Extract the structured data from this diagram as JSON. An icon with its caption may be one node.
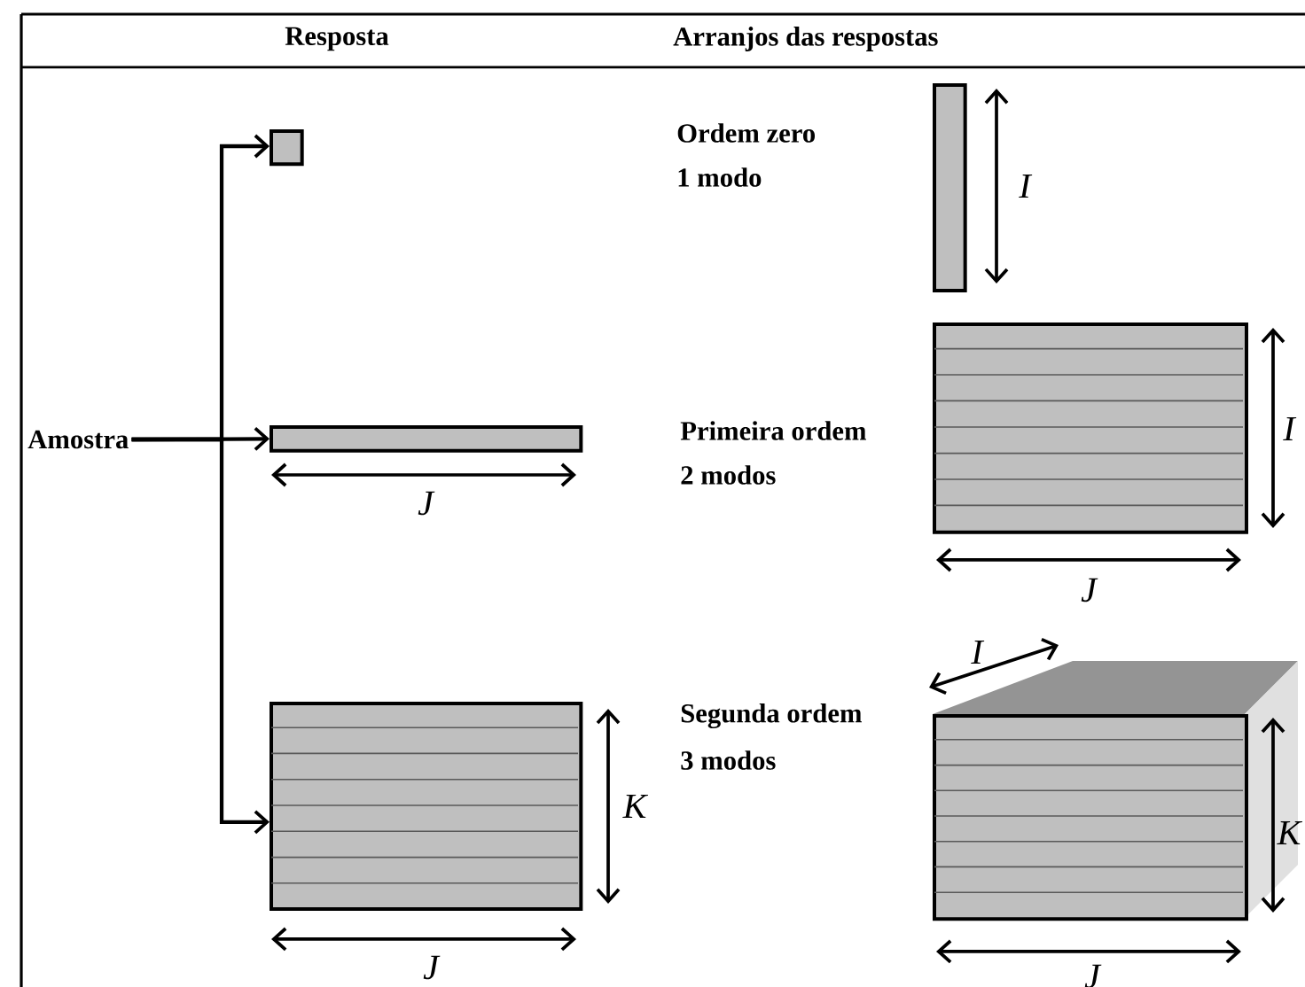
{
  "diagram": {
    "nodes": [
      {
        "text": [
          "Amostra"
        ]
      },
      {
        "text": [],
        "shape": "box"
      },
      {
        "text": [],
        "shape": "box"
      },
      {
        "text": [],
        "shape": "box"
      },
      {
        "text": [],
        "shape": "box"
      },
      {
        "text": [],
        "shape": "box"
      },
      {
        "text": [],
        "shape": "cube"
      }
    ],
    "edges": [
      {
        "from": 0,
        "to": 1,
        "arrow": "to"
      },
      {
        "from": 0,
        "to": 2,
        "arrow": "to"
      },
      {
        "from": 0,
        "to": 3,
        "arrow": "to"
      }
    ],
    "labels": [
      "Resposta",
      "Arranjos das respostas",
      "Ordem zero",
      "1 modo",
      "I",
      "Primeira ordem",
      "2 modos",
      "I",
      "J",
      "J",
      "I",
      "Segunda ordem",
      "3 modos",
      "K",
      "K",
      "J",
      "J"
    ]
  }
}
